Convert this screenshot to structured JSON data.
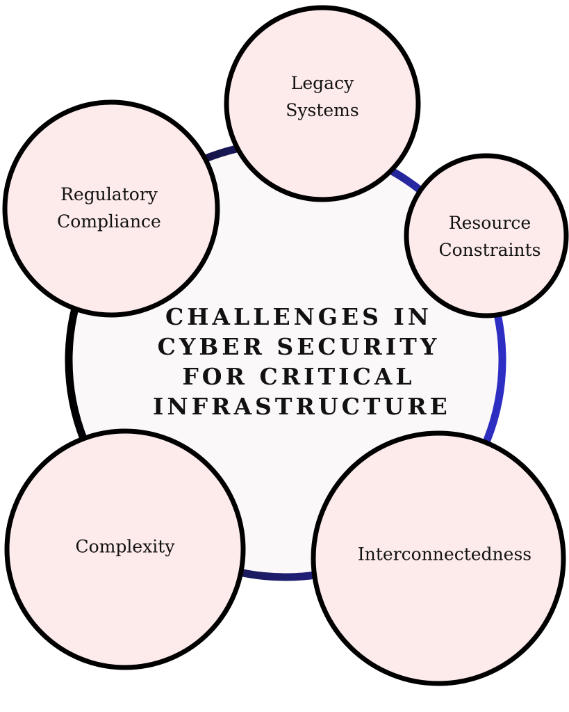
{
  "title": "CHALLENGES IN\nCYBER SECURITY\nFOR CRITICAL\nINFRASTRUCTURE",
  "nodes": [
    {
      "label": "Legacy\nSystems"
    },
    {
      "label": "Resource\nConstraints"
    },
    {
      "label": "Interconnectedness"
    },
    {
      "label": "Complexity"
    },
    {
      "label": "Regulatory\nCompliance"
    }
  ],
  "colors": {
    "node_fill": "#fdeaea",
    "node_stroke": "#000000",
    "center_fill": "#fbf8fa",
    "ring_dark": "#0a0a20",
    "ring_navy": "#1c1c66",
    "ring_blue": "#2e2ec4"
  }
}
